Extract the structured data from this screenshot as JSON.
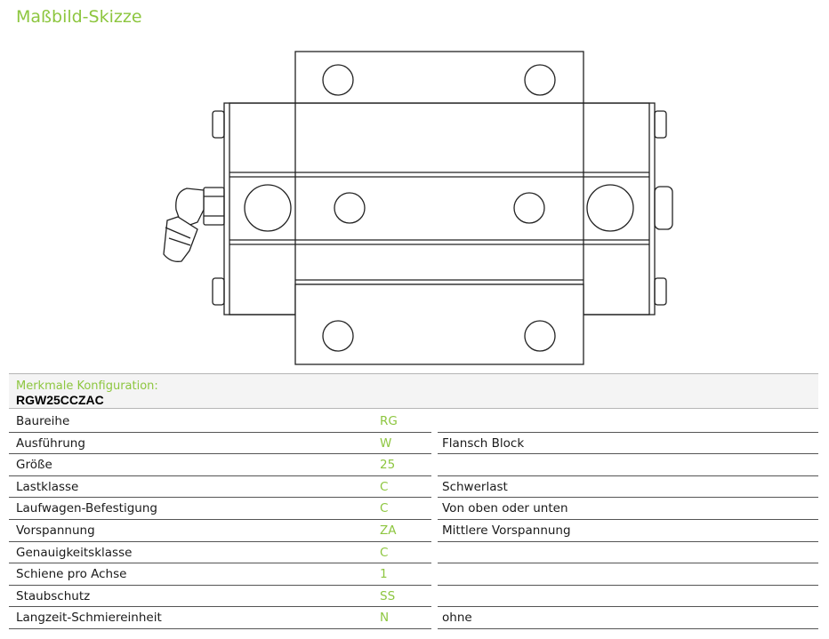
{
  "title": "Maßbild-Skizze",
  "config": {
    "label": "Merkmale Konfiguration:",
    "code": "RGW25CCZAC"
  },
  "colors": {
    "accent": "#8dc63f",
    "line": "#555555",
    "header_bg": "#f4f4f4"
  },
  "features": [
    {
      "name": "Baureihe",
      "code": "RG",
      "description": ""
    },
    {
      "name": "Ausführung",
      "code": "W",
      "description": "Flansch Block"
    },
    {
      "name": "Größe",
      "code": "25",
      "description": ""
    },
    {
      "name": "Lastklasse",
      "code": "C",
      "description": "Schwerlast"
    },
    {
      "name": "Laufwagen-Befestigung",
      "code": "C",
      "description": "Von oben oder unten"
    },
    {
      "name": "Vorspannung",
      "code": "ZA",
      "description": "Mittlere Vorspannung"
    },
    {
      "name": "Genauigkeitsklasse",
      "code": "C",
      "description": ""
    },
    {
      "name": "Schiene pro Achse",
      "code": "1",
      "description": ""
    },
    {
      "name": "Staubschutz",
      "code": "SS",
      "description": ""
    },
    {
      "name": "Langzeit-Schmiereinheit",
      "code": "N",
      "description": "ohne"
    }
  ]
}
